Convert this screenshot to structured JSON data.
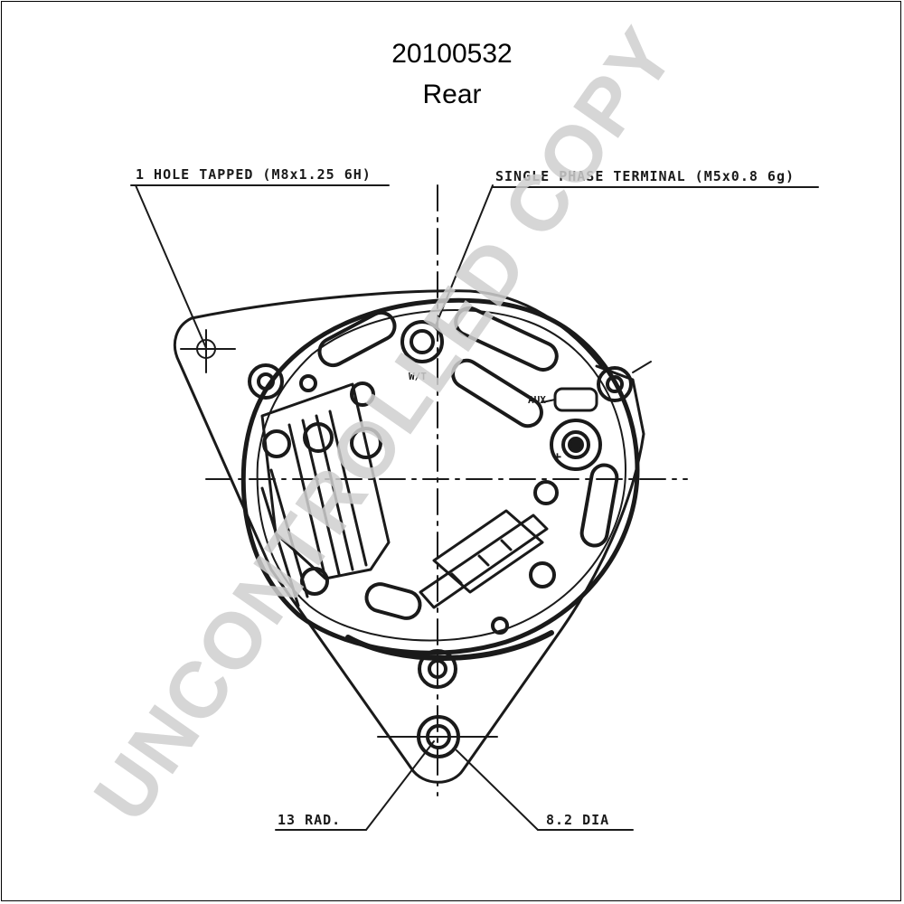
{
  "header": {
    "part_number": "20100532",
    "view": "Rear"
  },
  "annotations": {
    "hole_tapped": "1 HOLE TAPPED (M8x1.25 6H)",
    "single_phase": "SINGLE PHASE TERMINAL (M5x0.8 6g)",
    "radius": "13 RAD.",
    "diameter": "8.2 DIA",
    "aux": "AUX",
    "w_label": "W/T",
    "plus": "+"
  },
  "watermark": "UNCONTROLLED COPY"
}
